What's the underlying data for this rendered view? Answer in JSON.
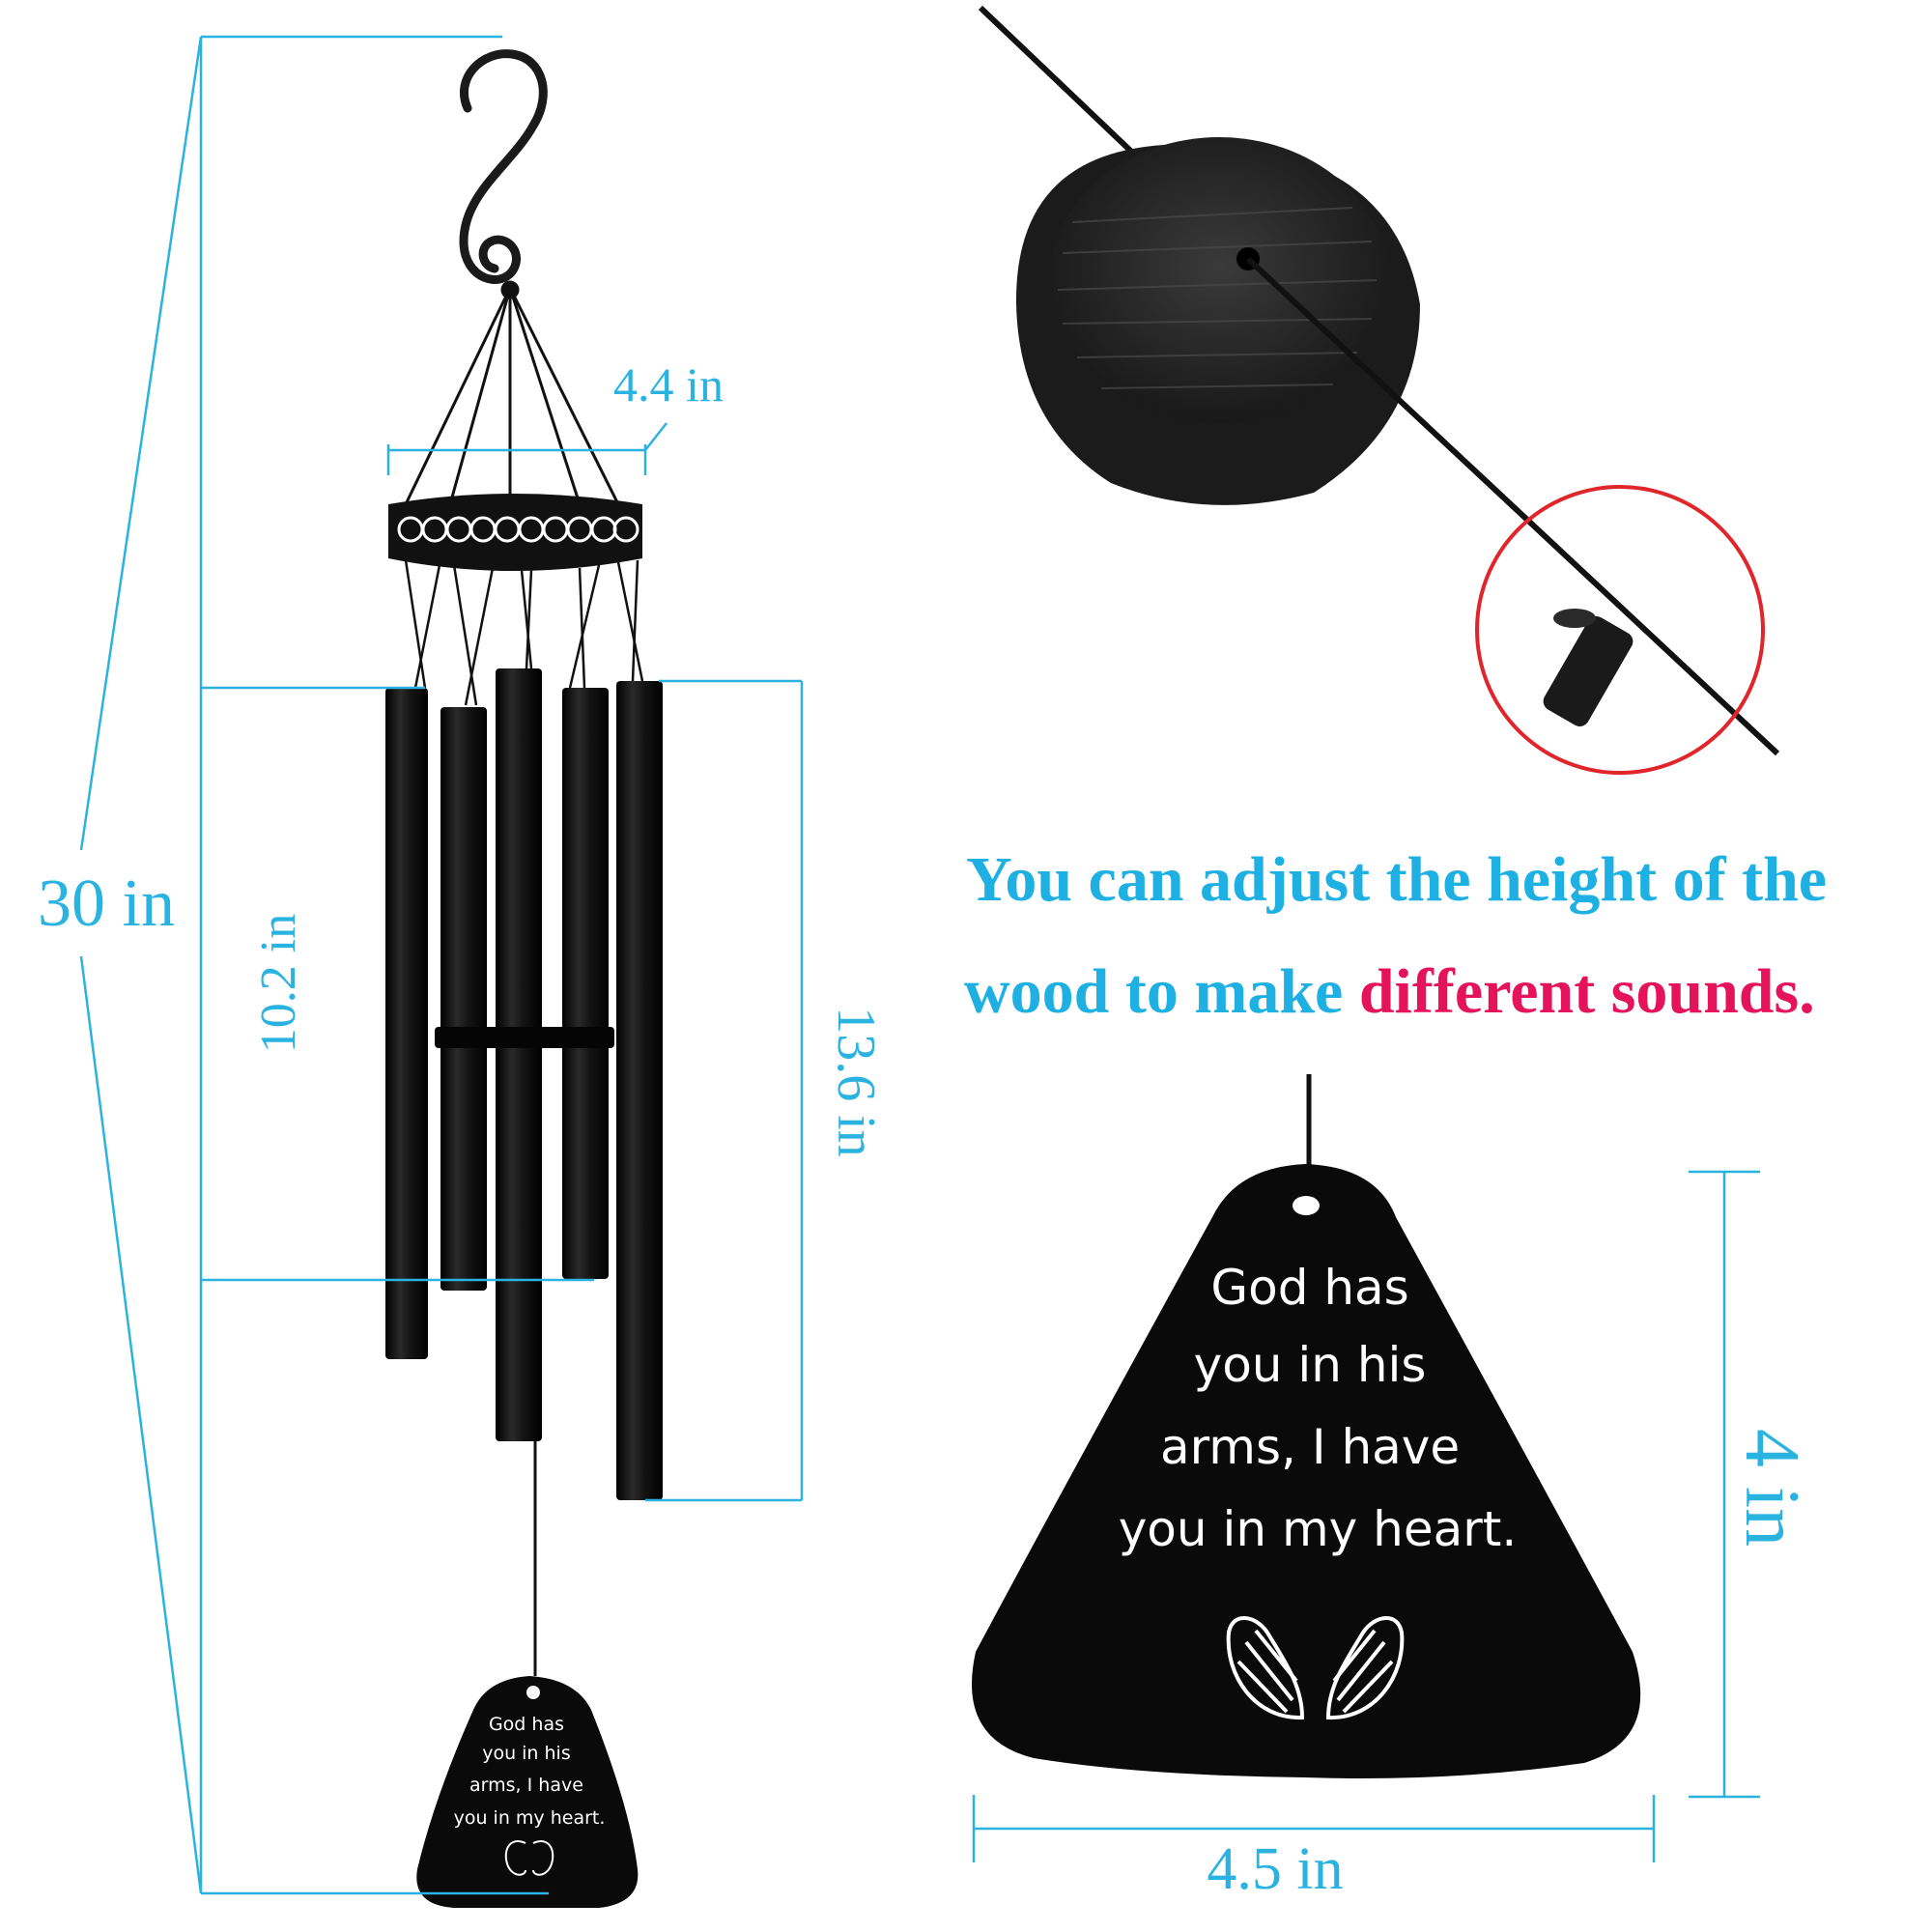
{
  "dimensions": {
    "total_height": "30 in",
    "ring_width": "4.4 in",
    "short_tube": "10.2 in",
    "long_tube": "13.6 in",
    "sail_height": "4 in",
    "sail_width": "4.5 in"
  },
  "promo": {
    "line1": "You can adjust the height of the",
    "line2_blue": "wood to make ",
    "line2_pink": "different sounds."
  },
  "sail_text": {
    "line1": "God has",
    "line2": "you in his",
    "line3": "arms, I have",
    "line4": "you in my heart."
  },
  "colors": {
    "dimension_lines": "#2ab3e0",
    "promo_blue": "#1fb0e3",
    "promo_pink": "#e5145a",
    "highlight_circle": "#e0252b",
    "product_black": "#0d0d0d"
  }
}
